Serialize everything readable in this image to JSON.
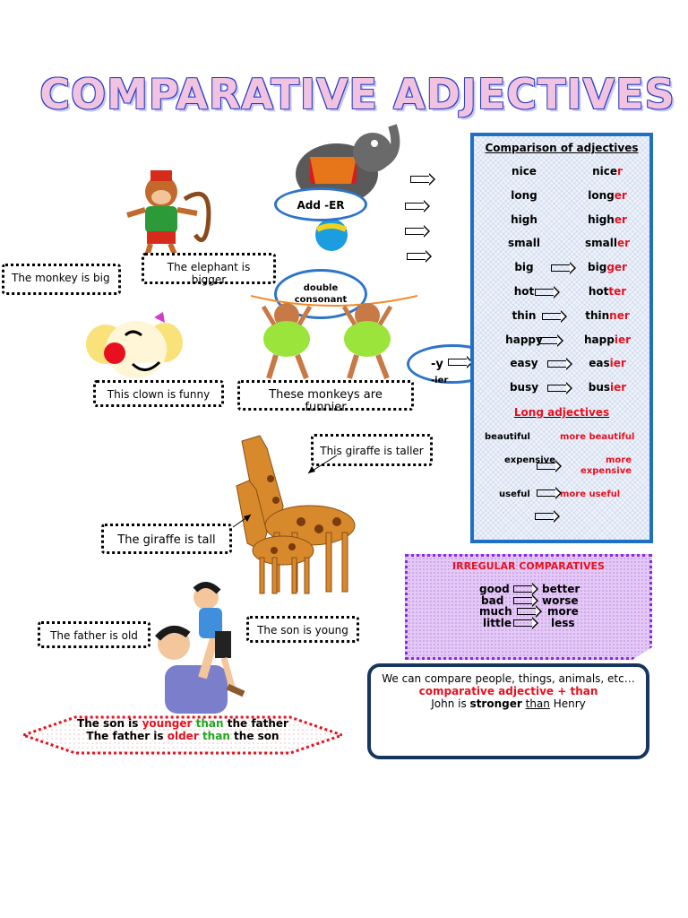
{
  "title": "COMPARATIVE ADJECTIVES",
  "labels": {
    "monkey": "The monkey is big",
    "elephant": "The elephant is bigger",
    "clown": "This clown is funny",
    "monkeys": "These monkeys are funnier",
    "giraffe_taller": "This giraffe is taller",
    "giraffe_tall": "The giraffe is tall",
    "father": "The father is old",
    "son": "The son is young"
  },
  "clouds": {
    "add_er": "Add -ER",
    "double": "double consonant",
    "y_ier": "-y",
    "ier": "-ier"
  },
  "panel": {
    "title": "Comparison of adjectives",
    "short": [
      {
        "base": "nice",
        "stem": "nice",
        "suffix": "r"
      },
      {
        "base": "long",
        "stem": "long",
        "suffix": "er"
      },
      {
        "base": "high",
        "stem": "high",
        "suffix": "er"
      },
      {
        "base": "small",
        "stem": "small",
        "suffix": "er"
      },
      {
        "base": "big",
        "stem": "big",
        "suffix": "ger"
      },
      {
        "base": "hot",
        "stem": "hot",
        "suffix": "ter"
      },
      {
        "base": "thin",
        "stem": "thin",
        "suffix": "ner"
      },
      {
        "base": "happy",
        "stem": "happ",
        "suffix": "ier"
      },
      {
        "base": "easy",
        "stem": "eas",
        "suffix": "ier"
      },
      {
        "base": "busy",
        "stem": "bus",
        "suffix": "ier"
      }
    ],
    "long_title": "Long adjectives",
    "long": [
      {
        "base": "beautiful",
        "comp": "more beautiful"
      },
      {
        "base": "expensive",
        "comp": "more expensive"
      },
      {
        "base": "useful",
        "comp": "more useful"
      }
    ]
  },
  "irregular": {
    "title": "IRREGULAR COMPARATIVES",
    "rows": [
      {
        "base": "good",
        "comp": "better"
      },
      {
        "base": "bad",
        "comp": "worse"
      },
      {
        "base": "much",
        "comp": "more"
      },
      {
        "base": "little",
        "comp": "less"
      }
    ]
  },
  "note": {
    "line1": "We can compare people, things, animals, etc…",
    "line2": "comparative adjective + than",
    "line3_a": "John is ",
    "line3_b": "stronger",
    "line3_c": "than",
    "line3_d": " Henry"
  },
  "banner": {
    "l1_a": "The son is ",
    "l1_b": "younger",
    "l1_c": "than",
    "l1_d": "the father",
    "l2_a": "The father is ",
    "l2_b": "older",
    "l2_c": "than",
    "l2_d": "the son"
  },
  "colors": {
    "accent_red": "#e8101e",
    "accent_green": "#1ea81e",
    "panel_border": "#1f6fc4",
    "cloud_border": "#2e74c9"
  }
}
